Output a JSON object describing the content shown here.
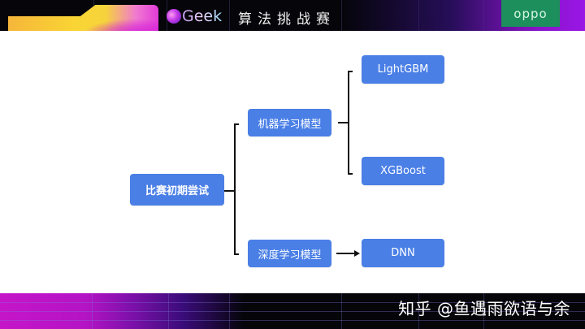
{
  "header": {
    "brand_logo_text": "Geek",
    "brand_logo_prefix_icon": "o-circle-icon",
    "event_title": "算法挑战赛",
    "sponsor_logo": "oppo"
  },
  "diagram": {
    "root": {
      "label": "比赛初期尝试"
    },
    "branches": [
      {
        "label": "机器学习模型",
        "connector": "bracket",
        "children": [
          {
            "label": "LightGBM"
          },
          {
            "label": "XGBoost"
          }
        ]
      },
      {
        "label": "深度学习模型",
        "connector": "arrow",
        "children": [
          {
            "label": "DNN"
          }
        ]
      }
    ],
    "colors": {
      "node_fill": "#4a7fe6",
      "node_text": "#ffffff",
      "connector": "#111111"
    }
  },
  "footer": {
    "watermark": "知乎 @鱼遇雨欲语与余"
  }
}
